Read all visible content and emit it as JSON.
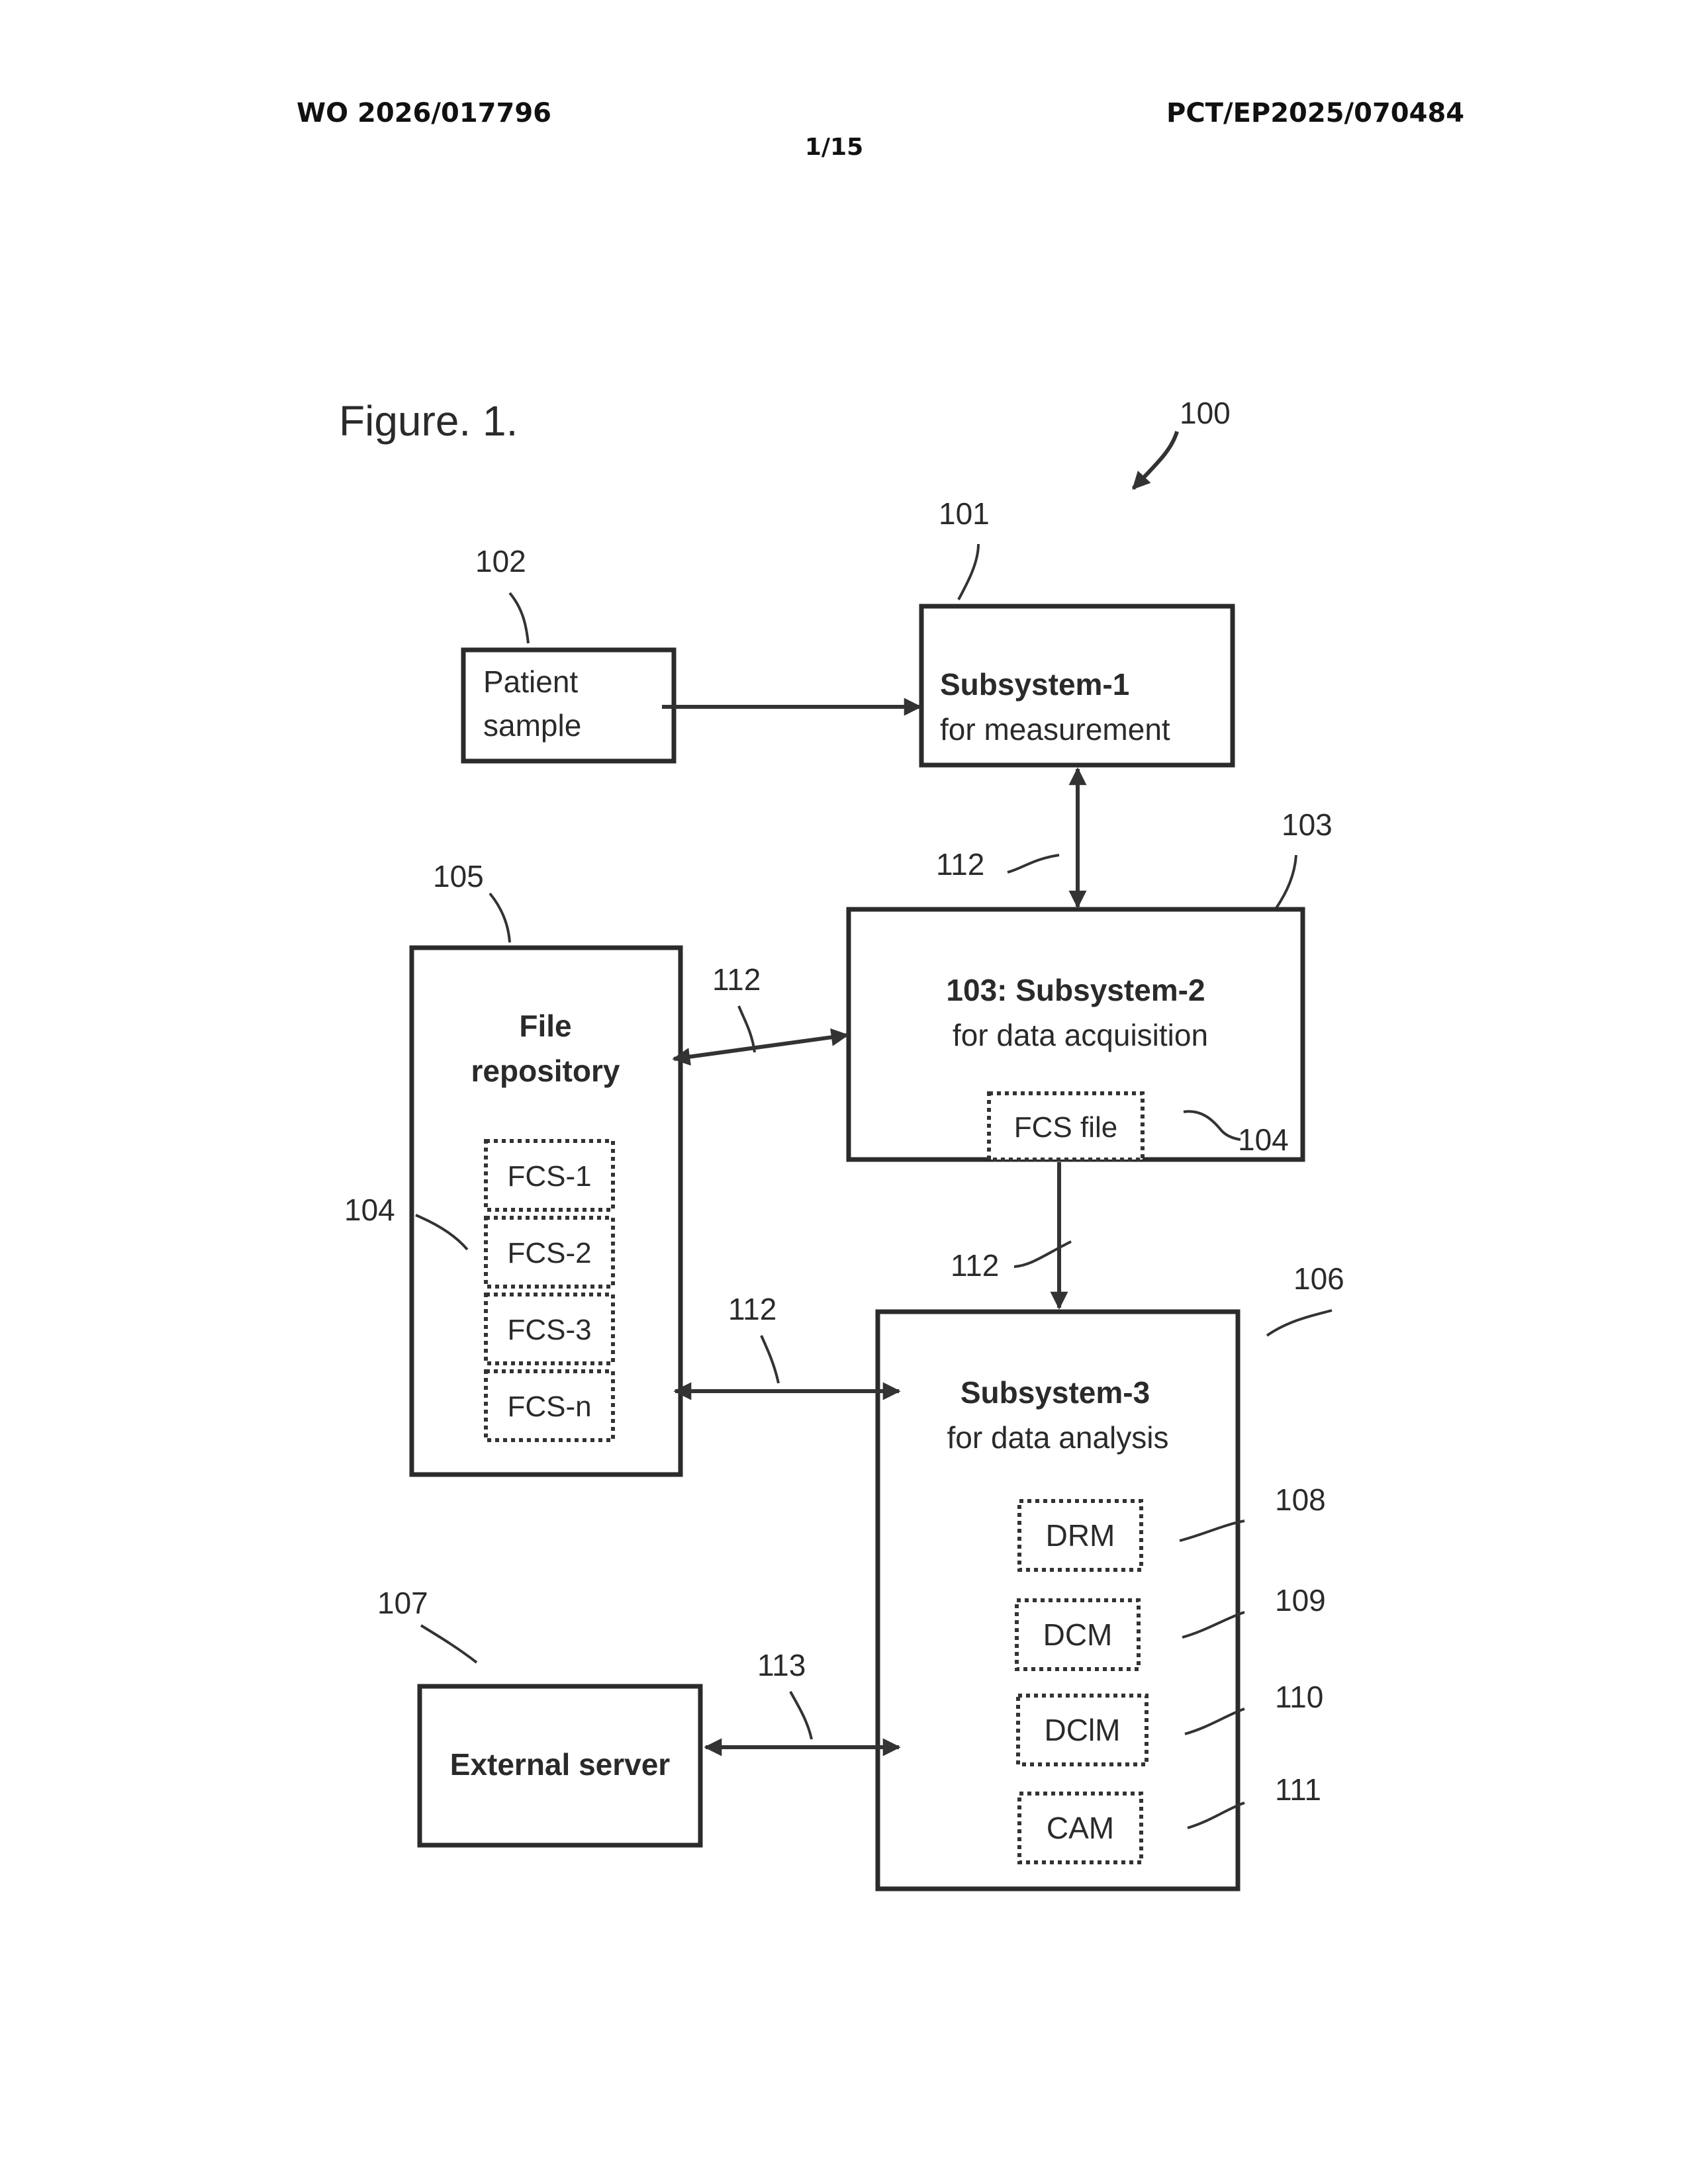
{
  "header": {
    "publication_number": "WO 2026/017796",
    "application_number": "PCT/EP2025/070484",
    "sheet": "1/15"
  },
  "figure": {
    "title": "Figure. 1.",
    "ref_system": "100",
    "patient_sample": {
      "ref": "102",
      "line1": "Patient",
      "line2": "sample"
    },
    "subsystem1": {
      "ref": "101",
      "title": "Subsystem-1",
      "subtitle": "for measurement"
    },
    "subsystem2": {
      "ref": "103",
      "title": "103: Subsystem-2",
      "subtitle": "for data acquisition",
      "file_label": "FCS file",
      "file_ref": "104"
    },
    "file_repository": {
      "ref": "105",
      "line1": "File",
      "line2": "repository",
      "files_ref": "104",
      "files": [
        "FCS-1",
        "FCS-2",
        "FCS-3",
        "FCS-n"
      ]
    },
    "subsystem3": {
      "ref": "106",
      "title": "Subsystem-3",
      "subtitle": "for data analysis",
      "modules": [
        {
          "label": "DRM",
          "ref": "108"
        },
        {
          "label": "DCM",
          "ref": "109"
        },
        {
          "label": "DClM",
          "ref": "110"
        },
        {
          "label": "CAM",
          "ref": "111"
        }
      ]
    },
    "external_server": {
      "ref": "107",
      "label": "External server"
    },
    "connections": {
      "internal_ref": "112",
      "external_ref": "113"
    }
  }
}
